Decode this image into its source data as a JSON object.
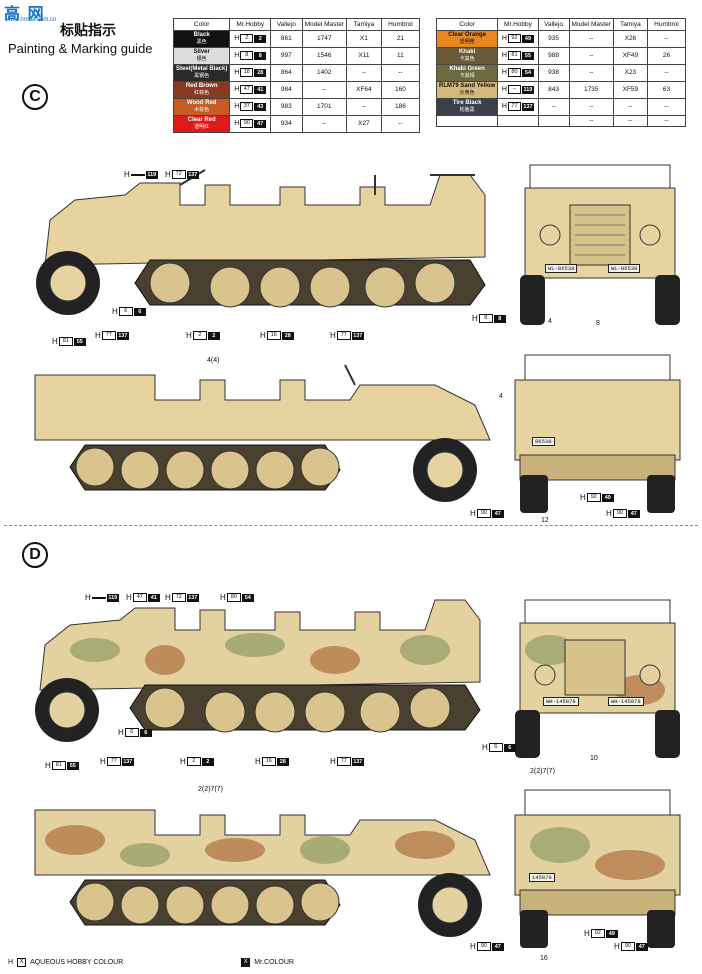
{
  "watermark": {
    "text": "高 网",
    "url": "www.hmha.com.cn"
  },
  "header": {
    "title_cn": "标贴指示",
    "title_en": "Painting & Marking guide"
  },
  "table_headers": [
    "Color",
    "Mr.Hobby",
    "Vallejo",
    "Model Master",
    "Tamiya",
    "Humbrol"
  ],
  "colors_left": [
    {
      "name": "Black",
      "cn": "黑色",
      "swatch": "#111111",
      "text": "#ffffff",
      "h1": "2",
      "h2": "2",
      "vallejo": "861",
      "mm": "1747",
      "tamiya": "X1",
      "humbrol": "21"
    },
    {
      "name": "Silver",
      "cn": "银色",
      "swatch": "#dcdcdc",
      "text": "#111111",
      "h1": "8",
      "h2": "8",
      "vallejo": "997",
      "mm": "1546",
      "tamiya": "X11",
      "humbrol": "11"
    },
    {
      "name": "Steel(Metal Black)",
      "cn": "黑钢色",
      "swatch": "#2a2a2a",
      "text": "#ffffff",
      "h1": "18",
      "h2": "28",
      "vallejo": "864",
      "mm": "1402",
      "tamiya": "--",
      "humbrol": "--"
    },
    {
      "name": "Red Brown",
      "cn": "红棕色",
      "swatch": "#8a3a1e",
      "text": "#ffffff",
      "h1": "47",
      "h2": "41",
      "vallejo": "984",
      "mm": "--",
      "tamiya": "XF64",
      "humbrol": "160"
    },
    {
      "name": "Wood Red",
      "cn": "木棕色",
      "swatch": "#c85a24",
      "text": "#ffffff",
      "h1": "37",
      "h2": "43",
      "vallejo": "983",
      "mm": "1701",
      "tamiya": "--",
      "humbrol": "186"
    },
    {
      "name": "Clear Red",
      "cn": "透明红",
      "swatch": "#e01a1a",
      "text": "#ffffff",
      "h1": "90",
      "h2": "47",
      "vallejo": "934",
      "mm": "--",
      "tamiya": "X27",
      "humbrol": "--"
    }
  ],
  "colors_right": [
    {
      "name": "Clear Orange",
      "cn": "透明橙",
      "swatch": "#e8871e",
      "text": "#111111",
      "h1": "92",
      "h2": "49",
      "vallejo": "935",
      "mm": "--",
      "tamiya": "X26",
      "humbrol": "--"
    },
    {
      "name": "Khaki",
      "cn": "卡其色",
      "swatch": "#6b5a3a",
      "text": "#ffffff",
      "h1": "81",
      "h2": "55",
      "vallejo": "988",
      "mm": "--",
      "tamiya": "XF49",
      "humbrol": "26"
    },
    {
      "name": "Khaki Green",
      "cn": "卡其绿",
      "swatch": "#6e6a40",
      "text": "#ffffff",
      "h1": "80",
      "h2": "54",
      "vallejo": "938",
      "mm": "--",
      "tamiya": "X23",
      "humbrol": "--"
    },
    {
      "name": "RLM79 Sand Yellow",
      "cn": "沙黄色",
      "swatch": "#d4b87a",
      "text": "#111111",
      "h1": "--",
      "h2": "119",
      "vallejo": "843",
      "mm": "1735",
      "tamiya": "XF59",
      "humbrol": "63"
    },
    {
      "name": "Tire Black",
      "cn": "轮胎黑",
      "swatch": "#3c3f4a",
      "text": "#ffffff",
      "h1": "77",
      "h2": "137",
      "vallejo": "--",
      "mm": "--",
      "tamiya": "--",
      "humbrol": "--"
    },
    {
      "name": "",
      "cn": "",
      "swatch": "#ffffff",
      "text": "#111111",
      "h1": "",
      "h2": "",
      "vallejo": "",
      "mm": "--",
      "tamiya": "--",
      "humbrol": "--"
    }
  ],
  "sections": {
    "c": "C",
    "d": "D"
  },
  "callouts": {
    "c1": {
      "a": "",
      "b": "119"
    },
    "c2": {
      "a": "72",
      "b": "137"
    },
    "c3": {
      "a": "6",
      "b": "6"
    },
    "c4": {
      "a": "77",
      "b": "137"
    },
    "c5": {
      "a": "2",
      "b": "2"
    },
    "c6": {
      "a": "16",
      "b": "28"
    },
    "c7": {
      "a": "77",
      "b": "137"
    },
    "c8": {
      "a": "8",
      "b": "8"
    },
    "c9": {
      "a": "81",
      "b": "55"
    },
    "c10": {
      "a": "92",
      "b": "49"
    },
    "c11": {
      "a": "90",
      "b": "47"
    },
    "c12": {
      "a": "90",
      "b": "47"
    },
    "d1": {
      "a": "",
      "b": "119"
    },
    "d2": {
      "a": "47",
      "b": "41"
    },
    "d3": {
      "a": "72",
      "b": "137"
    },
    "d4": {
      "a": "80",
      "b": "54"
    },
    "d5": {
      "a": "6",
      "b": "6"
    },
    "d6": {
      "a": "77",
      "b": "137"
    },
    "d7": {
      "a": "2",
      "b": "2"
    },
    "d8": {
      "a": "16",
      "b": "28"
    },
    "d9": {
      "a": "77",
      "b": "137"
    },
    "d10": {
      "a": "6",
      "b": "6"
    },
    "d11": {
      "a": "81",
      "b": "55"
    },
    "d12": {
      "a": "90",
      "b": "47"
    },
    "d13": {
      "a": "92",
      "b": "49"
    },
    "d14": {
      "a": "90",
      "b": "47"
    }
  },
  "numbers": {
    "n_4_4": "4(4)",
    "n_4a": "4",
    "n_8": "8",
    "n_4b": "4",
    "n_12": "12",
    "n_10": "10",
    "n_2727": "2(2)7(7)",
    "n_2727b": "2(2)7(7)",
    "n_16": "16"
  },
  "plates": {
    "c_front_l": "WL-86538",
    "c_front_r": "WL-86538",
    "c_rear": "86538",
    "d_front_l": "WH-145078",
    "d_front_r": "WH-145078",
    "d_rear": "145078"
  },
  "footer": {
    "h_label": "X",
    "h_text": "AQUEOUS HOBBY COLOUR",
    "m_label": "X",
    "m_text": "Mr.COLOUR"
  },
  "palette": {
    "sand": "#e3d1a0",
    "sand_dark": "#c9b27a",
    "green": "#9aa46a",
    "brown": "#b57a4a",
    "tire": "#2e2e2e"
  }
}
